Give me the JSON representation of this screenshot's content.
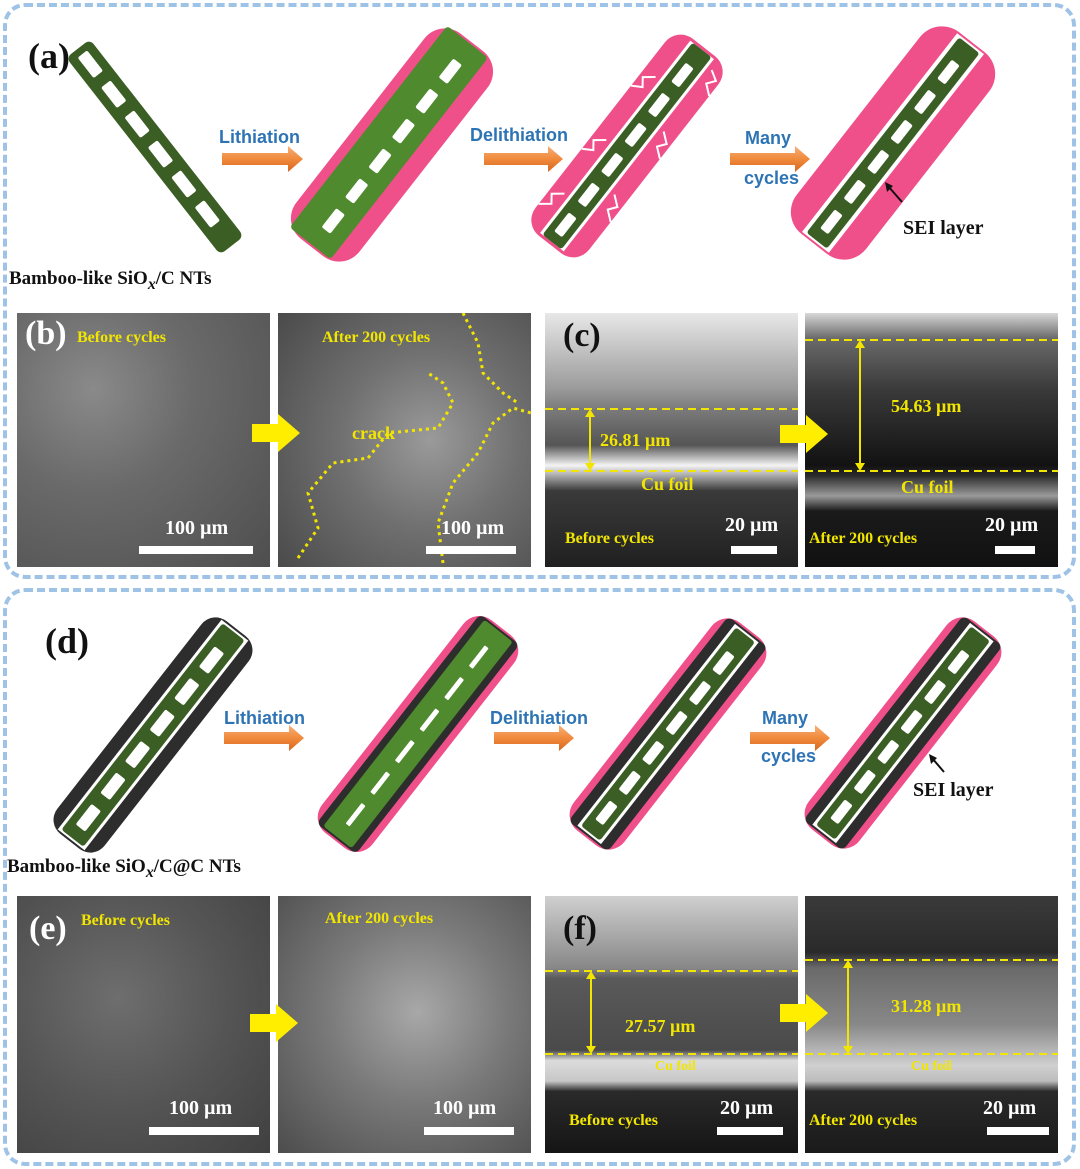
{
  "colors": {
    "frame": "#9ec3e6",
    "core": "#3b5e25",
    "lithiated_core": "#4f8a2e",
    "sei": "#f0508a",
    "carbon_shell": "#2d2d2d",
    "arrow": "#f08a3c",
    "step_text": "#2e74b5",
    "sem_text": "#f2e600"
  },
  "icons": {
    "step_arrow": "orange-right-arrow-icon",
    "sem_arrow": "yellow-right-arrow-icon"
  },
  "top": {
    "panel_a": "(a)",
    "panel_b": "(b)",
    "panel_c": "(c)",
    "caption_prefix": "Bamboo-like SiO",
    "caption_sub": "x",
    "caption_suffix": "/C NTs",
    "steps": [
      "Lithiation",
      "Delithiation",
      "Many",
      "cycles"
    ],
    "sei_label": "SEI layer",
    "b": {
      "left_tag": "Before cycles",
      "right_tag": "After 200 cycles",
      "crack": "crack",
      "scale_left": "100 µm",
      "scale_right": "100 µm"
    },
    "c": {
      "thickness_before": "26.81 µm",
      "thickness_after": "54.63 µm",
      "foil_left": "Cu foil",
      "foil_right": "Cu foil",
      "tag_left": "Before cycles",
      "tag_right": "After 200 cycles",
      "scale_left": "20 µm",
      "scale_right": "20 µm"
    }
  },
  "bottom": {
    "panel_d": "(d)",
    "panel_e": "(e)",
    "panel_f": "(f)",
    "caption_prefix": "Bamboo-like SiO",
    "caption_sub": "x",
    "caption_suffix": "/C@C NTs",
    "steps": [
      "Lithiation",
      "Delithiation",
      "Many",
      "cycles"
    ],
    "sei_label": "SEI layer",
    "e": {
      "left_tag": "Before cycles",
      "right_tag": "After 200 cycles",
      "scale_left": "100 µm",
      "scale_right": "100 µm"
    },
    "f": {
      "thickness_before": "27.57 µm",
      "thickness_after": "31.28 µm",
      "foil_left": "Cu foil",
      "foil_right": "Cu foil",
      "tag_left": "Before cycles",
      "tag_right": "After 200 cycles",
      "scale_left": "20 µm",
      "scale_right": "20 µm"
    }
  }
}
